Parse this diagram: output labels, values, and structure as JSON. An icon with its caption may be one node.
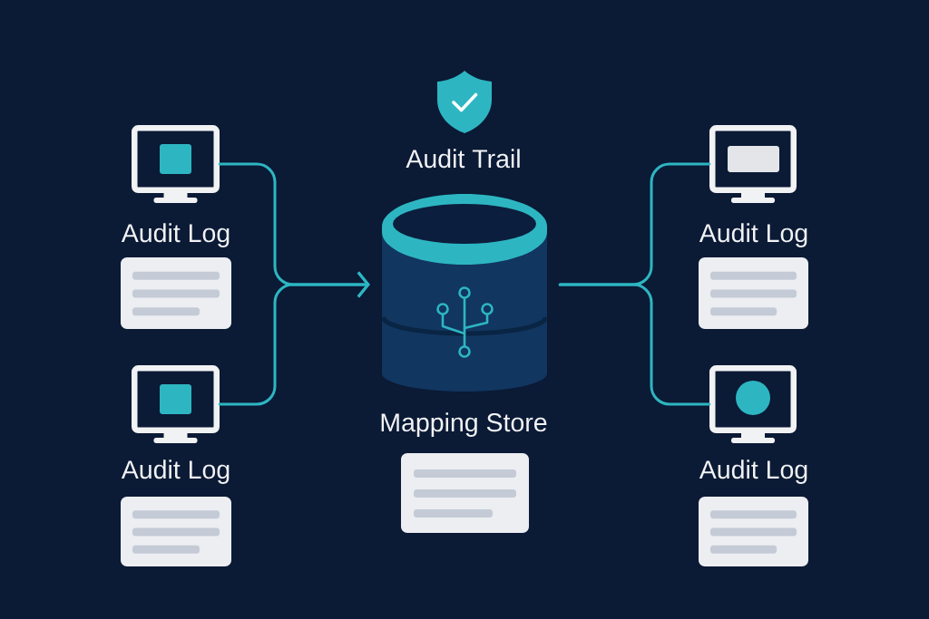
{
  "diagram": {
    "nodes": [
      {
        "text": [],
        "shape": "picture",
        "beside": [
          "Audit Log"
        ]
      },
      {
        "text": [],
        "shape": "picture",
        "beside": [
          "Audit Log"
        ]
      },
      {
        "text": [],
        "shape": "cylinder",
        "beside": [
          "Mapping Store"
        ]
      },
      {
        "text": [],
        "shape": "picture",
        "beside": [
          "Audit Log"
        ]
      },
      {
        "text": [],
        "shape": "picture",
        "beside": [
          "Audit Log"
        ]
      }
    ],
    "edges": [
      {
        "from": 0,
        "to": 2,
        "arrow": "to"
      },
      {
        "from": 1,
        "to": 2,
        "arrow": "to"
      },
      {
        "from": 2,
        "to": 3,
        "arrow": "none"
      },
      {
        "from": 2,
        "to": 4,
        "arrow": "none"
      }
    ],
    "labels": [
      "Audit Trail"
    ]
  }
}
